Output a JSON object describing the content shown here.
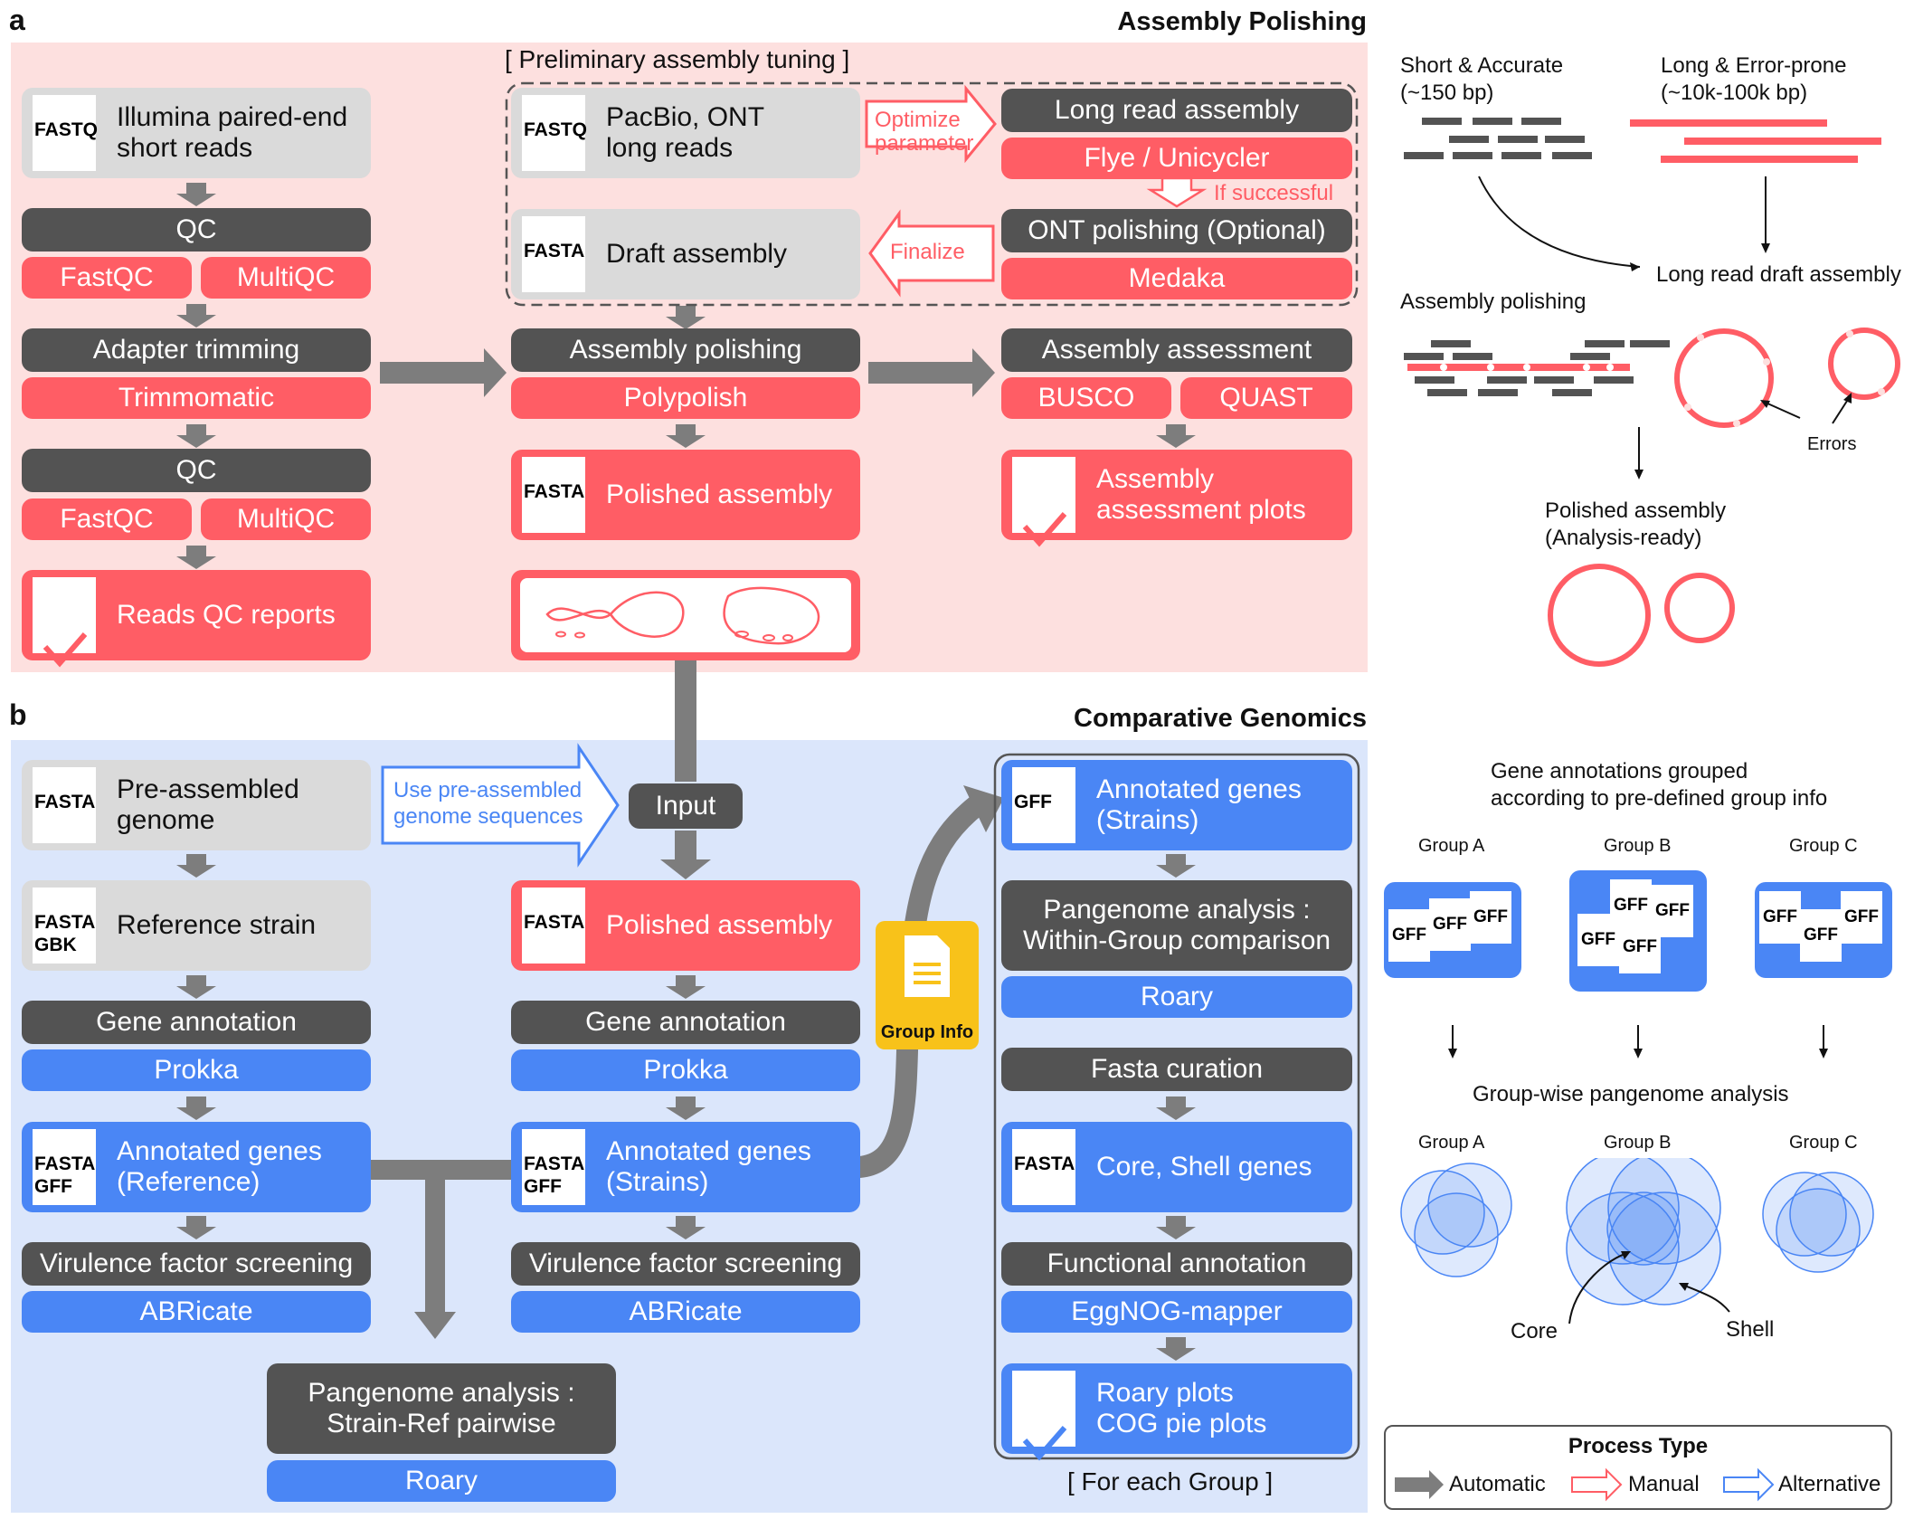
{
  "panel_a": {
    "letter": "a",
    "title": "Assembly Polishing",
    "illumina": {
      "file": "FASTQ",
      "label": "Illumina paired-end\nshort reads"
    },
    "qc1": {
      "step": "QC",
      "tool1": "FastQC",
      "tool2": "MultiQC"
    },
    "trim": {
      "step": "Adapter trimming",
      "tool": "Trimmomatic"
    },
    "qc2": {
      "step": "QC",
      "tool1": "FastQC",
      "tool2": "MultiQC"
    },
    "reads_qc": "Reads QC reports",
    "tuning_title": "[ Preliminary assembly tuning ]",
    "pacbio": {
      "file": "FASTQ",
      "label": "PacBio, ONT\nlong reads"
    },
    "optimize": "Optimize\nparameter",
    "long_read": {
      "step": "Long read assembly",
      "tool": "Flye / Unicycler"
    },
    "if_successful": "If successful",
    "draft": {
      "file": "FASTA",
      "label": "Draft assembly"
    },
    "finalize": "Finalize",
    "ont_polish": {
      "step": "ONT polishing (Optional)",
      "tool": "Medaka"
    },
    "polish": {
      "step": "Assembly polishing",
      "tool": "Polypolish"
    },
    "polished": {
      "file": "FASTA",
      "label": "Polished assembly"
    },
    "assess": {
      "step": "Assembly assessment",
      "tool1": "BUSCO",
      "tool2": "QUAST"
    },
    "assess_plots": "Assembly\nassessment plots"
  },
  "panel_a_side": {
    "short_label": "Short & Accurate\n(~150 bp)",
    "long_label": "Long & Error-prone\n(~10k-100k bp)",
    "draft_label": "Long read draft assembly",
    "polishing_label": "Assembly polishing",
    "errors_label": "Errors",
    "polished_label": "Polished assembly\n(Analysis-ready)"
  },
  "panel_b": {
    "letter": "b",
    "title": "Comparative Genomics",
    "preassembled": {
      "file": "FASTA",
      "label": "Pre-assembled\ngenome"
    },
    "use_pre": "Use pre-assembled\ngenome sequences",
    "input": "Input",
    "reference": {
      "file": "FASTA\nGBK",
      "label": "Reference strain"
    },
    "gene_ann_left": {
      "step": "Gene annotation",
      "tool": "Prokka"
    },
    "annot_ref": {
      "file": "FASTA\nGFF",
      "label": "Annotated genes\n(Reference)"
    },
    "vf_left": {
      "step": "Virulence factor screening",
      "tool": "ABRicate"
    },
    "pairwise": {
      "step": "Pangenome analysis :\nStrain-Ref pairwise",
      "tool": "Roary"
    },
    "polished": {
      "file": "FASTA",
      "label": "Polished assembly"
    },
    "gene_ann_mid": {
      "step": "Gene annotation",
      "tool": "Prokka"
    },
    "annot_strains": {
      "file": "FASTA\nGFF",
      "label": "Annotated genes\n(Strains)"
    },
    "vf_mid": {
      "step": "Virulence factor screening",
      "tool": "ABRicate"
    },
    "group_info": "Group Info",
    "right_annot": {
      "file": "GFF",
      "label": "Annotated genes\n(Strains)"
    },
    "within": {
      "step": "Pangenome analysis :\nWithin-Group comparison",
      "tool": "Roary"
    },
    "fasta_cur": "Fasta curation",
    "core_shell": {
      "file": "FASTA",
      "label": "Core, Shell genes"
    },
    "func": {
      "step": "Functional annotation",
      "tool": "EggNOG-mapper"
    },
    "roary_plots": "Roary plots\nCOG pie plots",
    "for_each": "[ For each Group ]"
  },
  "panel_b_side": {
    "grouped_label": "Gene annotations grouped\naccording to pre-defined group info",
    "groups": [
      "Group A",
      "Group B",
      "Group C"
    ],
    "gff": "GFF",
    "groupwise_label": "Group-wise pangenome analysis",
    "core_label": "Core",
    "shell_label": "Shell"
  },
  "legend": {
    "title": "Process Type",
    "automatic": "Automatic",
    "manual": "Manual",
    "alternative": "Alternative"
  },
  "colors": {
    "red": "#ff5d65",
    "blue": "#4a86f5",
    "dark": "#535353",
    "gray": "#dadada",
    "bg_a": "#fde0df",
    "bg_b": "#dbe6fb",
    "yellow": "#f8c21a"
  }
}
